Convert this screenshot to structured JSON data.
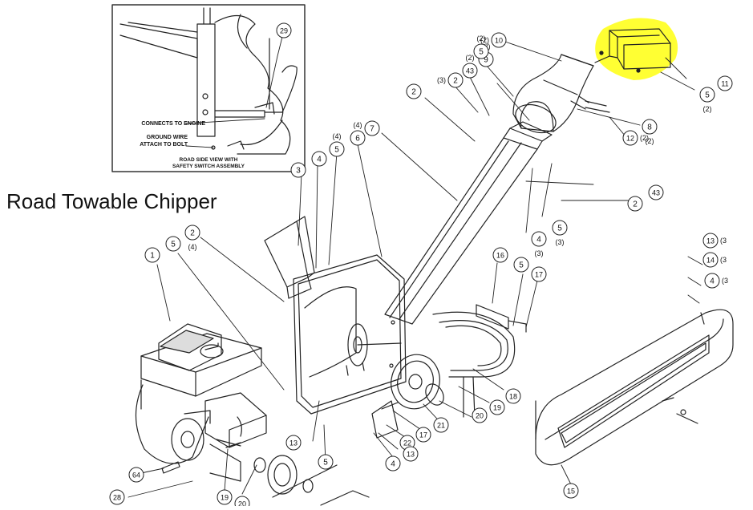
{
  "heading": "Road Towable Chipper",
  "inset": {
    "label_engine": "CONNECTS TO ENGINE",
    "label_ground_1": "GROUND WIRE",
    "label_ground_2": "ATTACH TO BOLT",
    "caption_1": "ROAD SIDE VIEW WITH",
    "caption_2": "SAFETY SWITCH ASSEMBLY"
  },
  "highlight_color": "#ffff33",
  "callouts": [
    {
      "num": "29",
      "qty": ""
    },
    {
      "num": "10",
      "qty": "(2)"
    },
    {
      "num": "11",
      "qty": ""
    },
    {
      "num": "5",
      "qty": "(2)"
    },
    {
      "num": "9",
      "qty": "(2)"
    },
    {
      "num": "43",
      "qty": "(2)"
    },
    {
      "num": "2",
      "qty": "(3)"
    },
    {
      "num": "2",
      "qty": ""
    },
    {
      "num": "5",
      "qty": "(2)"
    },
    {
      "num": "8",
      "qty": "(2)"
    },
    {
      "num": "12",
      "qty": "(2)"
    },
    {
      "num": "7",
      "qty": ""
    },
    {
      "num": "6",
      "qty": "(4)"
    },
    {
      "num": "5",
      "qty": "(4)"
    },
    {
      "num": "4",
      "qty": ""
    },
    {
      "num": "3",
      "qty": ""
    },
    {
      "num": "43",
      "qty": ""
    },
    {
      "num": "2",
      "qty": ""
    },
    {
      "num": "5",
      "qty": "(3)"
    },
    {
      "num": "4",
      "qty": "(3)"
    },
    {
      "num": "2",
      "qty": "(4)"
    },
    {
      "num": "5",
      "qty": ""
    },
    {
      "num": "1",
      "qty": ""
    },
    {
      "num": "16",
      "qty": ""
    },
    {
      "num": "5",
      "qty": ""
    },
    {
      "num": "17",
      "qty": ""
    },
    {
      "num": "13",
      "qty": "(3"
    },
    {
      "num": "14",
      "qty": "(3"
    },
    {
      "num": "4",
      "qty": "(3"
    },
    {
      "num": "18",
      "qty": ""
    },
    {
      "num": "19",
      "qty": ""
    },
    {
      "num": "20",
      "qty": ""
    },
    {
      "num": "21",
      "qty": ""
    },
    {
      "num": "17",
      "qty": ""
    },
    {
      "num": "22",
      "qty": ""
    },
    {
      "num": "13",
      "qty": ""
    },
    {
      "num": "4",
      "qty": ""
    },
    {
      "num": "13",
      "qty": ""
    },
    {
      "num": "5",
      "qty": ""
    },
    {
      "num": "15",
      "qty": ""
    },
    {
      "num": "64",
      "qty": ""
    },
    {
      "num": "28",
      "qty": ""
    },
    {
      "num": "19",
      "qty": ""
    },
    {
      "num": "20",
      "qty": ""
    }
  ]
}
